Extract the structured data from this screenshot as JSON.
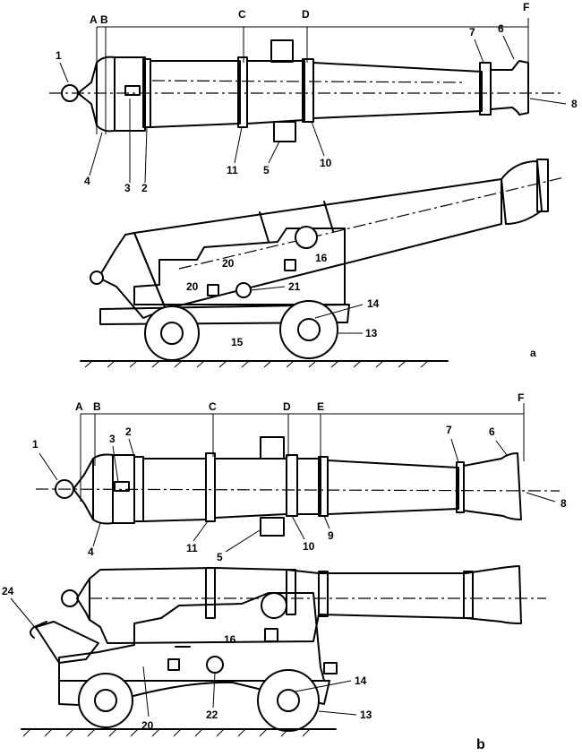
{
  "diagram_a": {
    "sections": [
      "A",
      "B",
      "C",
      "D",
      "F"
    ],
    "labels": [
      "1",
      "2",
      "3",
      "4",
      "5",
      "6",
      "7",
      "8",
      "10",
      "11"
    ],
    "carriage_labels": [
      "20",
      "16",
      "20",
      "21",
      "14",
      "15",
      "13"
    ],
    "caption": "a"
  },
  "diagram_b": {
    "sections": [
      "A",
      "B",
      "C",
      "D",
      "E",
      "F"
    ],
    "labels": [
      "1",
      "3",
      "2",
      "4",
      "11",
      "5",
      "10",
      "9",
      "7",
      "6",
      "8"
    ],
    "carriage_labels": [
      "24",
      "16",
      "14",
      "20",
      "22",
      "13"
    ],
    "caption": "b"
  }
}
